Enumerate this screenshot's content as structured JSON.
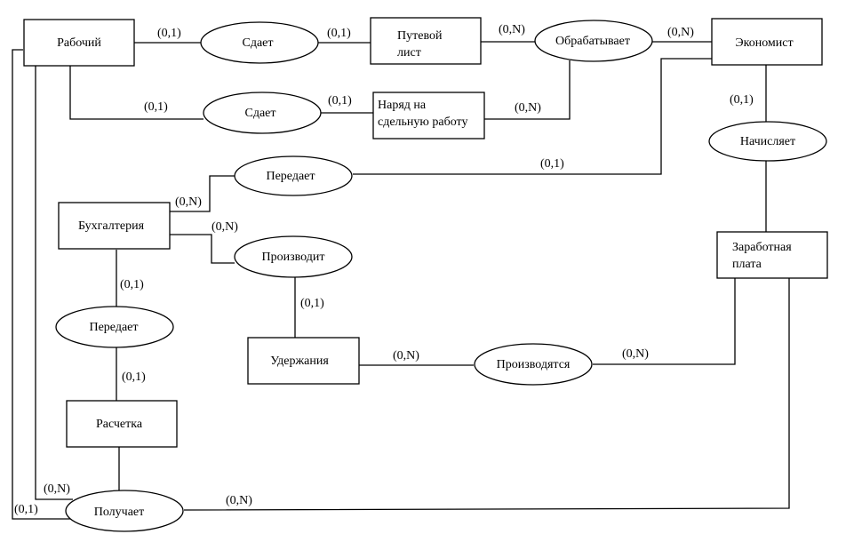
{
  "diagram": {
    "type": "ER diagram",
    "entities": [
      {
        "id": "worker",
        "lines": [
          "Рабочий"
        ]
      },
      {
        "id": "waybill",
        "lines": [
          "Путевой",
          "лист"
        ]
      },
      {
        "id": "piecework_order",
        "lines": [
          "Наряд на",
          "сдельную работу"
        ]
      },
      {
        "id": "economist",
        "lines": [
          "Экономист"
        ]
      },
      {
        "id": "accounting",
        "lines": [
          "Бухгалтерия"
        ]
      },
      {
        "id": "salary",
        "lines": [
          "Заработная",
          "плата"
        ]
      },
      {
        "id": "deductions",
        "lines": [
          "Удержания"
        ]
      },
      {
        "id": "payslip",
        "lines": [
          "Расчетка"
        ]
      }
    ],
    "relationships": [
      {
        "id": "submits1",
        "label": "Сдает"
      },
      {
        "id": "submits2",
        "label": "Сдает"
      },
      {
        "id": "processes",
        "label": "Обрабатывает"
      },
      {
        "id": "calculates",
        "label": "Начисляет"
      },
      {
        "id": "transfers1",
        "label": "Передает"
      },
      {
        "id": "produces",
        "label": "Производит"
      },
      {
        "id": "transfers2",
        "label": "Передает"
      },
      {
        "id": "are_produced",
        "label": "Производятся"
      },
      {
        "id": "receives",
        "label": "Получает"
      }
    ],
    "cardinalities": [
      {
        "id": "c1",
        "text": "(0,1)",
        "between": [
          "worker",
          "submits1"
        ]
      },
      {
        "id": "c2",
        "text": "(0,1)",
        "between": [
          "submits1",
          "waybill"
        ]
      },
      {
        "id": "c3",
        "text": "(0,N)",
        "between": [
          "waybill",
          "processes"
        ]
      },
      {
        "id": "c4",
        "text": "(0,N)",
        "between": [
          "processes",
          "economist"
        ]
      },
      {
        "id": "c5",
        "text": "(0,1)",
        "between": [
          "worker",
          "submits2"
        ]
      },
      {
        "id": "c6",
        "text": "(0,1)",
        "between": [
          "submits2",
          "piecework_order"
        ]
      },
      {
        "id": "c7",
        "text": "(0,N)",
        "between": [
          "piecework_order",
          "processes"
        ]
      },
      {
        "id": "c8",
        "text": "(0,1)",
        "between": [
          "economist",
          "calculates"
        ]
      },
      {
        "id": "c9",
        "text": "(0,1)",
        "between": [
          "transfers1",
          "economist"
        ]
      },
      {
        "id": "c10",
        "text": "(0,N)",
        "between": [
          "accounting",
          "transfers1"
        ]
      },
      {
        "id": "c11",
        "text": "(0,N)",
        "between": [
          "accounting",
          "produces"
        ]
      },
      {
        "id": "c12",
        "text": "(0,1)",
        "between": [
          "accounting",
          "transfers2"
        ]
      },
      {
        "id": "c13",
        "text": "(0,1)",
        "between": [
          "produces",
          "deductions"
        ]
      },
      {
        "id": "c14",
        "text": "(0,N)",
        "between": [
          "deductions",
          "are_produced"
        ]
      },
      {
        "id": "c15",
        "text": "(0,N)",
        "between": [
          "are_produced",
          "salary"
        ]
      },
      {
        "id": "c16",
        "text": "(0,1)",
        "between": [
          "transfers2",
          "payslip"
        ]
      },
      {
        "id": "c17",
        "text": "(0,N)",
        "between": [
          "worker",
          "receives"
        ]
      },
      {
        "id": "c18",
        "text": "(0,1)",
        "between": [
          "worker",
          "receives"
        ]
      },
      {
        "id": "c19",
        "text": "(0,N)",
        "between": [
          "receives",
          "salary"
        ]
      }
    ]
  }
}
